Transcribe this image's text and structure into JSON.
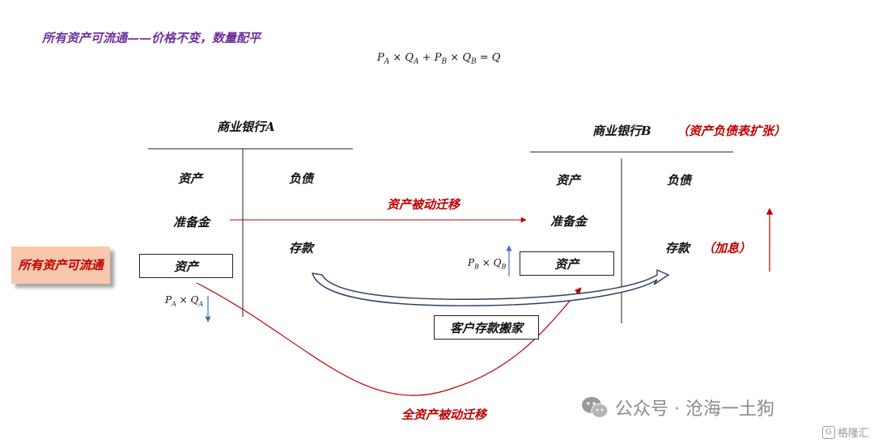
{
  "title": "所有资产可流通——价格不变，数量配平",
  "formula": {
    "pa": "P",
    "pa_sub": "A",
    "times1": " × ",
    "qa": "Q",
    "qa_sub": "A",
    "plus": " + ",
    "pb": "P",
    "pb_sub": "B",
    "times2": " × ",
    "qb": "Q",
    "qb_sub": "B",
    "eq": " = Q"
  },
  "bank_a": {
    "title": "商业银行A",
    "assets_header": "资产",
    "liabilities_header": "负债",
    "reserve": "准备金",
    "deposit": "存款",
    "asset_box": "资产",
    "pq": {
      "p": "P",
      "p_sub": "A",
      "times": " × ",
      "q": "Q",
      "q_sub": "A"
    }
  },
  "bank_b": {
    "title": "商业银行B",
    "note": "（资产负债表扩张）",
    "assets_header": "资产",
    "liabilities_header": "负债",
    "reserve": "准备金",
    "deposit": "存款",
    "deposit_note": "（加息）",
    "asset_box": "资产",
    "pq": {
      "p": "P",
      "p_sub": "B",
      "times": " × ",
      "q": "Q",
      "q_sub": "B"
    }
  },
  "callout": "所有资产可流通",
  "labels": {
    "passive_migration": "资产被动迁移",
    "customer_move": "客户存款搬家",
    "full_migration": "全资产被动迁移"
  },
  "watermark": {
    "text": "公众号 · 沧海一土狗",
    "logo": "格隆汇",
    "icon": "wechat-icon"
  },
  "colors": {
    "title": "#7030a0",
    "red": "#c00000",
    "callout_bg": "#f8c7ad",
    "arrow_blue": "#4472c4",
    "deposit_arrow": "#2f3f63"
  }
}
